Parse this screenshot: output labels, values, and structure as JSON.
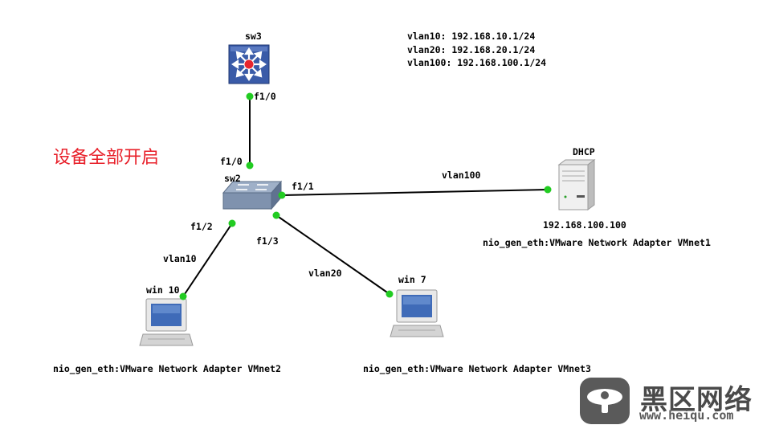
{
  "note": "设备全部开启",
  "vlan_info": [
    "vlan10: 192.168.10.1/24",
    "vlan20: 192.168.20.1/24",
    "vlan100: 192.168.100.1/24"
  ],
  "nodes": {
    "sw3": {
      "label": "sw3"
    },
    "sw2": {
      "label": "sw2"
    },
    "dhcp": {
      "label": "DHCP",
      "ip": "192.168.100.100",
      "adapter": "nio_gen_eth:VMware Network Adapter VMnet1"
    },
    "win10": {
      "label": "win 10",
      "adapter": "nio_gen_eth:VMware Network Adapter VMnet2"
    },
    "win7": {
      "label": "win 7",
      "adapter": "nio_gen_eth:VMware Network Adapter VMnet3"
    }
  },
  "ports": {
    "sw3_f10": "f1/0",
    "sw2_f10": "f1/0",
    "sw2_f11": "f1/1",
    "sw2_f12": "f1/2",
    "sw2_f13": "f1/3"
  },
  "links": {
    "dhcp_vlan": "vlan100",
    "win10_vlan": "vlan10",
    "win7_vlan": "vlan20"
  },
  "colors": {
    "link": "#000000",
    "port_dot": "#22cc22",
    "note": "#e8202a",
    "switch_l3": "#3a5ba8"
  },
  "watermark": {
    "text": "黑区网络",
    "url": "www.heiqu.com"
  }
}
